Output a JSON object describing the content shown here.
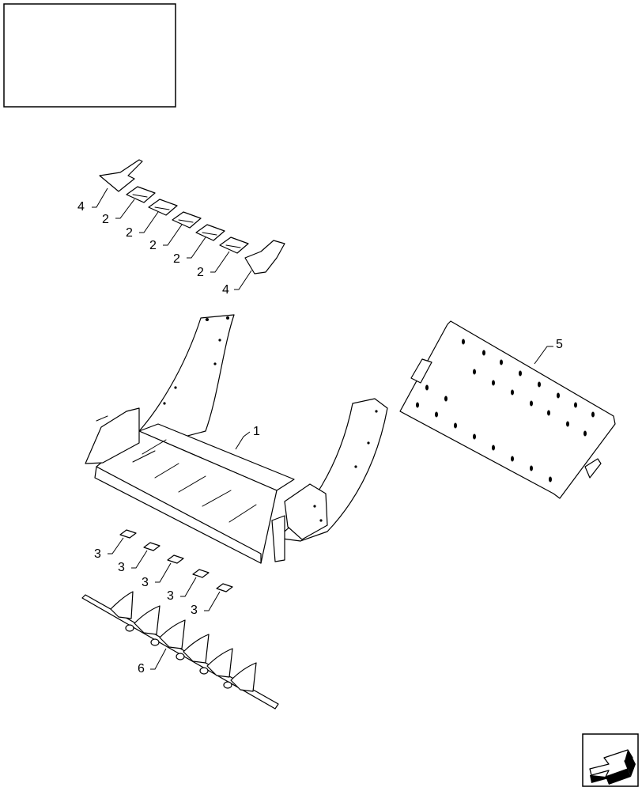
{
  "callouts": {
    "c1": "1",
    "c2a": "2",
    "c2b": "2",
    "c2c": "2",
    "c2d": "2",
    "c2e": "2",
    "c3a": "3",
    "c3b": "3",
    "c3c": "3",
    "c3d": "3",
    "c3e": "3",
    "c4a": "4",
    "c4b": "4",
    "c5": "5",
    "c6": "6"
  },
  "icons": {
    "nav": "next-page-arrow-icon"
  },
  "colors": {
    "line": "#000000",
    "background": "#ffffff"
  }
}
